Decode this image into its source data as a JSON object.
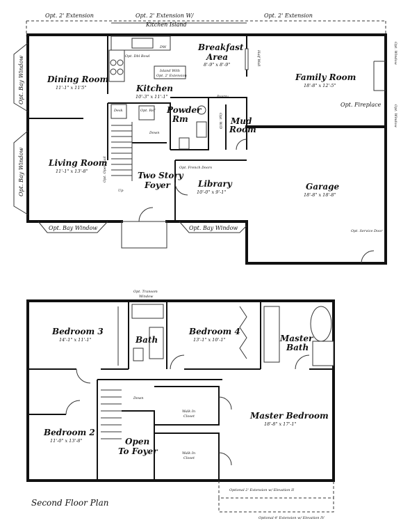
{
  "first_floor": {
    "ext_left": "Opt. 2' Extension",
    "ext_middle": "Opt. 2' Extension W/",
    "ext_middle2": "Kitchen Island",
    "ext_right": "Opt. 2' Extension",
    "bay_window_dining": "Opt. Bay Window",
    "bay_window_living": "Opt. Bay Window",
    "bay_window_front_left": "Opt. Bay Window",
    "bay_window_front_right": "Opt. Bay Window",
    "dining_room": {
      "name": "Dining Room",
      "dims": "11'-1\" x 11'5\""
    },
    "kitchen": {
      "name": "Kitchen",
      "dims": "10'-3\" x 11'-1\""
    },
    "breakfast": {
      "name": "Breakfast",
      "name2": "Area",
      "dims": "8'-9\" x 8'-9\""
    },
    "family_room": {
      "name": "Family Room",
      "dims": "18'-8\" x 12'-5\""
    },
    "living_room": {
      "name": "Living Room",
      "dims": "11'-1\" x 13'-8\""
    },
    "powder_room": {
      "name": "Powder",
      "name2": "Rm"
    },
    "pantry": "Pantry",
    "mud_room": {
      "name": "Mud",
      "name2": "Room"
    },
    "two_story_foyer": {
      "name": "Two Story",
      "name2": "Foyer"
    },
    "library": {
      "name": "Library",
      "dims": "10'-0\" x 9'-1\""
    },
    "garage": {
      "name": "Garage",
      "dims": "18'-8\" x 18'-8\""
    },
    "opt_dbl_bowl": "Opt. Dbl Bowl",
    "dw": "DW",
    "island": "Island With",
    "island2": "Opt. 2' Extension",
    "half_wall": "Half Wall",
    "desk": "Desk",
    "opt_ref": "Opt. Ref",
    "down": "Down",
    "up": "Up",
    "opt_open_rail": "Opt. Open Rail",
    "opt_french_doors": "Opt. French Doors",
    "opt_wd": "Opt. W/D",
    "opt_fireplace": "Opt. Fireplace",
    "opt_window_1": "Opt. Window",
    "opt_window_2": "Opt. Window",
    "opt_service_door": "Opt. Service Door"
  },
  "second_floor": {
    "transom": "Opt. Transom",
    "transom2": "Window",
    "bedroom3": {
      "name": "Bedroom 3",
      "dims": "14'-1\" x 11'-1\""
    },
    "bath": "Bath",
    "bedroom4": {
      "name": "Bedroom 4",
      "dims": "13'-1\" x 10'-1\""
    },
    "master_bath": {
      "name": "Master",
      "name2": "Bath"
    },
    "down": "Down",
    "walk_in_1": "Walk In",
    "walk_in_1b": "Closet",
    "walk_in_2": "Walk In",
    "walk_in_2b": "Closet",
    "master_bedroom": {
      "name": "Master Bedroom",
      "dims": "18'-8\" x 17'-1\""
    },
    "bedroom2": {
      "name": "Bedroom 2",
      "dims": "11'-0\" x 13'-8\""
    },
    "open_to_foyer": {
      "name": "Open",
      "name2": "To Foyer"
    },
    "opt_ext_2": "Optional 2' Extension w/ Elevation II",
    "opt_ext_4": "Optional 4' Extension w/ Elevation IV",
    "title": "Second Floor Plan"
  }
}
